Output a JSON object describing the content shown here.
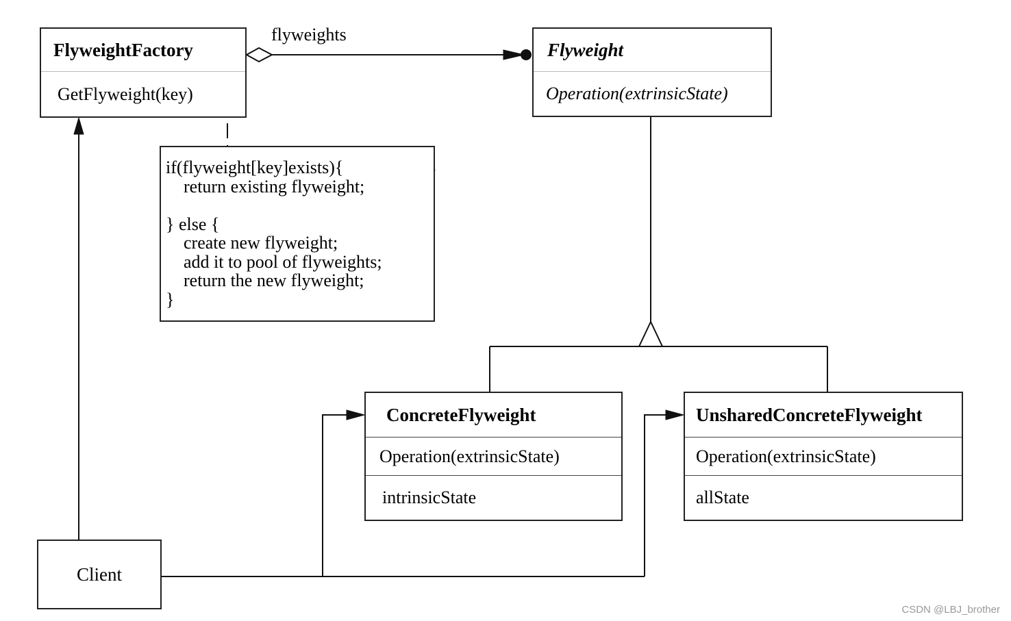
{
  "factory": {
    "name": "FlyweightFactory",
    "operation": "GetFlyweight(key)"
  },
  "association_label": "flyweights",
  "flyweight": {
    "name": "Flyweight",
    "operation": "Operation(extrinsicState)"
  },
  "note": {
    "lines": [
      "if(flyweight[key]exists){",
      "    return existing flyweight;",
      "",
      "} else {",
      "    create new flyweight;",
      "    add it to pool of flyweights;",
      "    return the new flyweight;",
      "}"
    ]
  },
  "concrete": {
    "name": "ConcreteFlyweight",
    "operation": "Operation(extrinsicState)",
    "attribute": "intrinsicState"
  },
  "unshared": {
    "name": "UnsharedConcreteFlyweight",
    "operation": "Operation(extrinsicState)",
    "attribute": "allState"
  },
  "client": {
    "name": "Client"
  },
  "watermark": "CSDN @LBJ_brother"
}
